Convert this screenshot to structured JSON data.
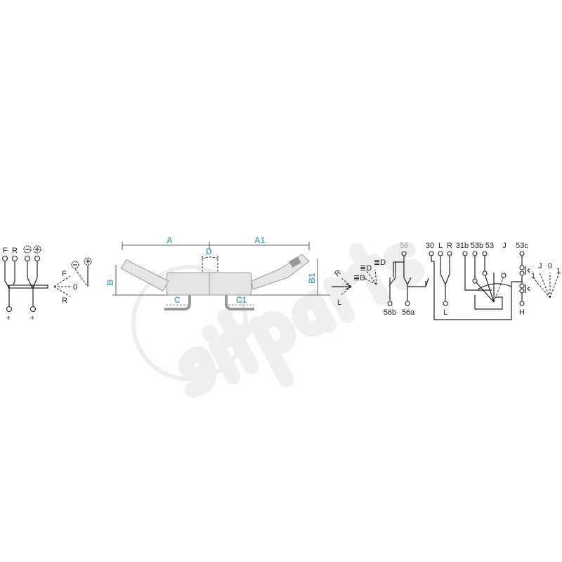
{
  "watermark": "sitparts",
  "left_diagram": {
    "top_labels": [
      "F",
      "R"
    ],
    "top_symbols": [
      "minus-circle",
      "plus-circle"
    ],
    "bottom_labels": [
      "+",
      "+"
    ],
    "positions": [
      "F",
      "0",
      "R"
    ]
  },
  "dimension_drawing": {
    "dimensions": [
      "A",
      "A1",
      "B",
      "B1",
      "C",
      "C1",
      "D"
    ],
    "directions": [
      "R",
      "L"
    ],
    "accent_color": "#5aa9b7"
  },
  "right_diagram": {
    "top_labels": [
      "56",
      "30",
      "L",
      "R",
      "31b",
      "53b",
      "53",
      "J",
      "53c"
    ],
    "bottom_labels": [
      "56b",
      "56a",
      "L",
      "H"
    ],
    "wiper_positions": [
      "J",
      "0",
      "1",
      "1"
    ]
  }
}
